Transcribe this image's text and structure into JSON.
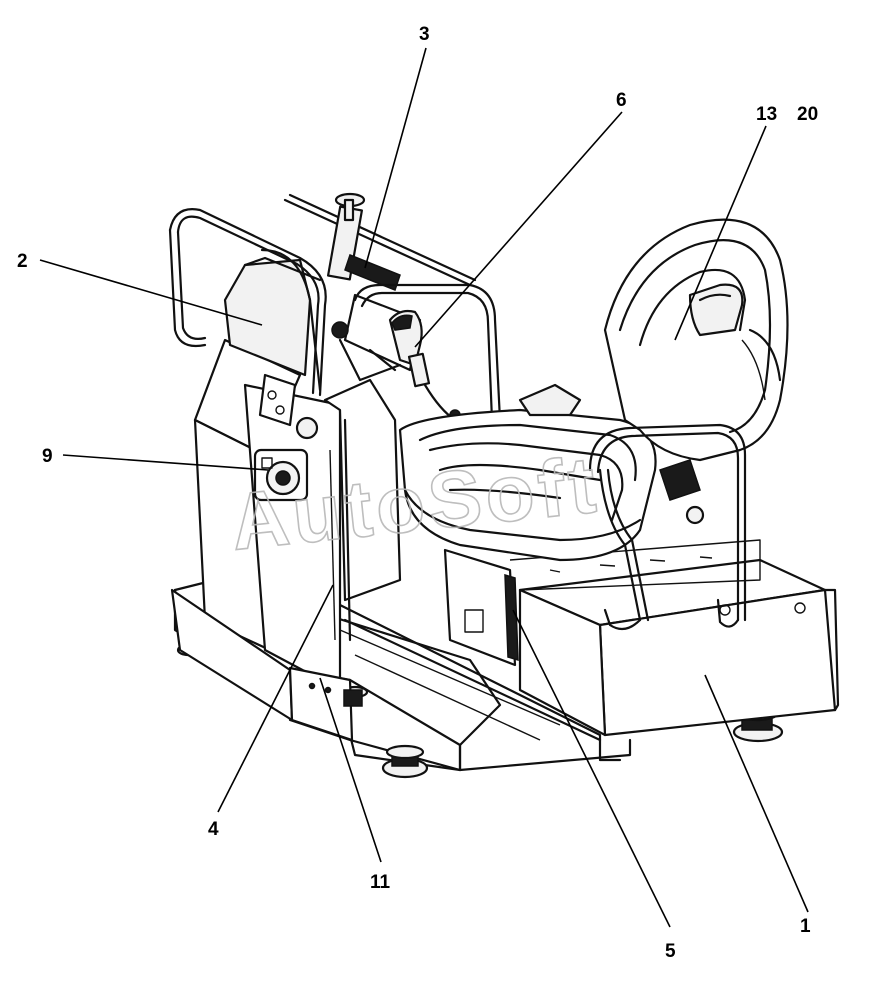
{
  "callouts": [
    {
      "id": "c1",
      "label": "1"
    },
    {
      "id": "c2",
      "label": "2"
    },
    {
      "id": "c3",
      "label": "3"
    },
    {
      "id": "c4",
      "label": "4"
    },
    {
      "id": "c5",
      "label": "5"
    },
    {
      "id": "c6",
      "label": "6"
    },
    {
      "id": "c9",
      "label": "9"
    },
    {
      "id": "c11",
      "label": "11"
    },
    {
      "id": "c13",
      "label": "13"
    },
    {
      "id": "c20",
      "label": "20"
    }
  ],
  "watermark": "AutoSoft"
}
